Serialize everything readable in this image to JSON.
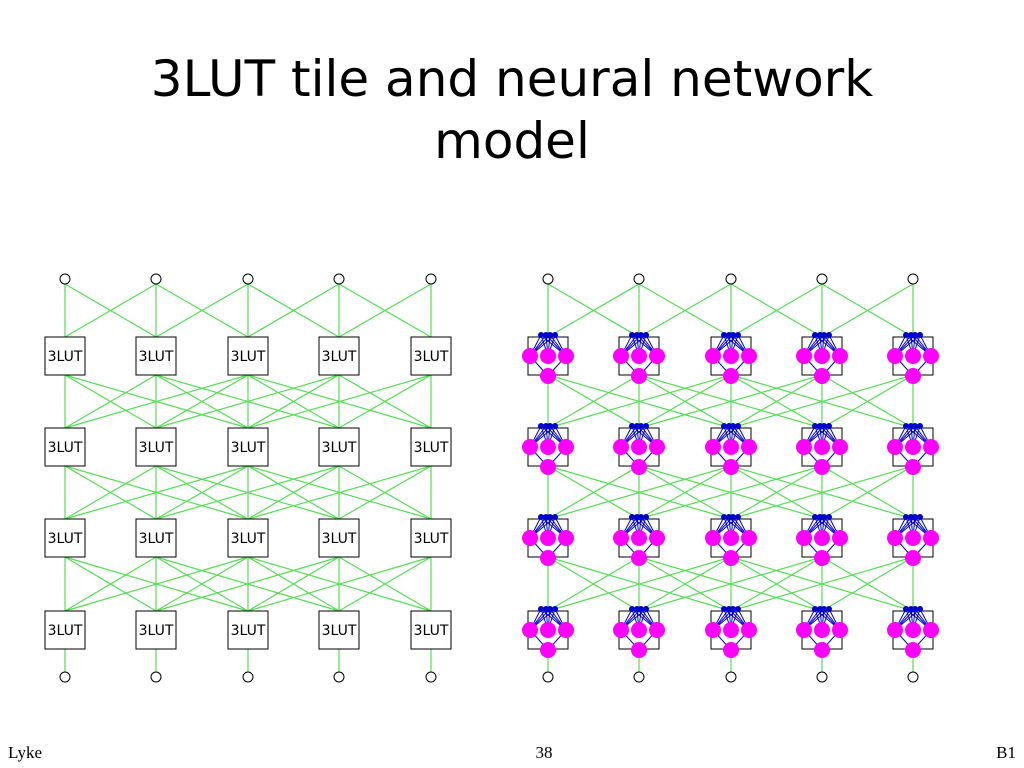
{
  "slide": {
    "title_line1": "3LUT tile and neural network",
    "title_line2": "model"
  },
  "diagram": {
    "tile_label": "3LUT",
    "columns": 5,
    "rows": 4,
    "colors": {
      "wire": "#55dd55",
      "neuron": "#ff00ff",
      "synapse": "#0000cc",
      "outline": "#000000"
    }
  },
  "footer": {
    "left": "Lyke",
    "center": "38",
    "right": "B1"
  }
}
